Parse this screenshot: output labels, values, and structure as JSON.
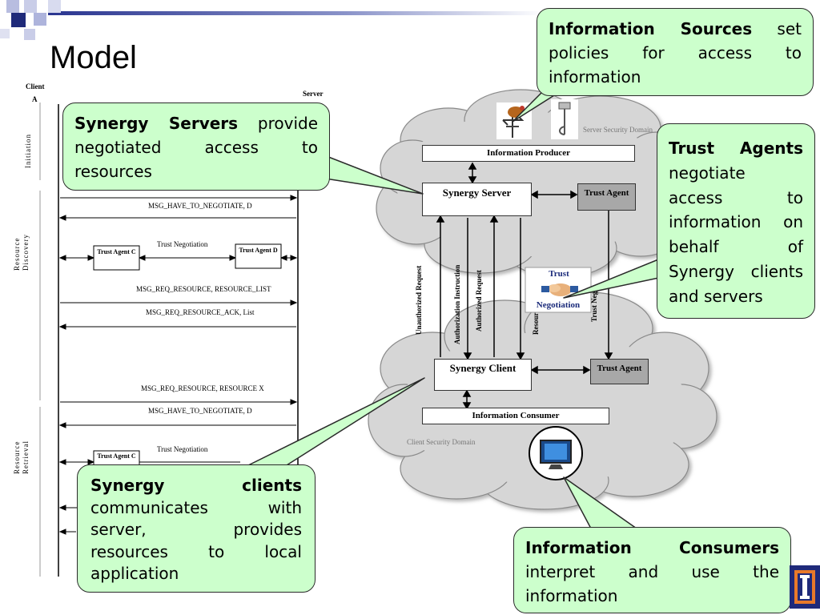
{
  "slide": {
    "title": "Model"
  },
  "sequence": {
    "client_label": "Client",
    "client_label_2": "A",
    "server_label": "Server",
    "phase_initiation": "Initiation",
    "phase_discovery": "Resource Discovery",
    "phase_retrieval": "Resource Retrieval",
    "msg_have_to_negotiate_1": "MSG_HAVE_TO_NEGOTIATE, D",
    "trust_negotiation_1": "Trust Negotiation",
    "trust_agent_c_1": "Trust Agent C",
    "trust_agent_d_1": "Trust Agent D",
    "msg_req_resource_list": "MSG_REQ_RESOURCE, RESOURCE_LIST",
    "msg_req_resource_ack": "MSG_REQ_RESOURCE_ACK, List",
    "msg_req_resource_x": "MSG_REQ_RESOURCE, RESOURCE X",
    "msg_have_to_negotiate_2": "MSG_HAVE_TO_NEGOTIATE, D",
    "trust_negotiation_2": "Trust Negotiation",
    "trust_agent_c_2": "Trust Agent C"
  },
  "architecture": {
    "server_security_domain": "Server Security Domain",
    "client_security_domain": "Client Security Domain",
    "information_producer": "Information Producer",
    "synergy_server": "Synergy Server",
    "trust_agent_server": "Trust Agent",
    "synergy_client": "Synergy Client",
    "trust_agent_client": "Trust Agent",
    "information_consumer": "Information Consumer",
    "label_unauthorized": "Unauthorized Request",
    "label_auth_instruction": "Authorization Instruction",
    "label_authorized": "Authorized Request",
    "label_resource": "Resour",
    "label_trust_neg": "Trust Neg",
    "badge_trust": "Trust",
    "badge_negotiation": "Negotiation"
  },
  "callouts": {
    "info_sources_bold": "Information Sources",
    "info_sources_text": " set policies for access to information",
    "synergy_servers_bold": "Synergy Servers",
    "synergy_servers_text": " provide negotiated access to resources",
    "trust_agents_bold": "Trust Agents",
    "trust_agents_text": " negotiate access to information on behalf of Synergy clients and servers",
    "synergy_clients_bold": "Synergy clients",
    "synergy_clients_text": " communicates with server, provides resources to local application",
    "info_consumers_bold": "Information Consumers",
    "info_consumers_text": " interpret and use the information"
  },
  "colors": {
    "callout_bg": "#ccffcc",
    "cloud_fill": "#d6d6d6",
    "trust_agent_fill": "#a8a8a8",
    "corner_blue": "#1f2a7a"
  }
}
